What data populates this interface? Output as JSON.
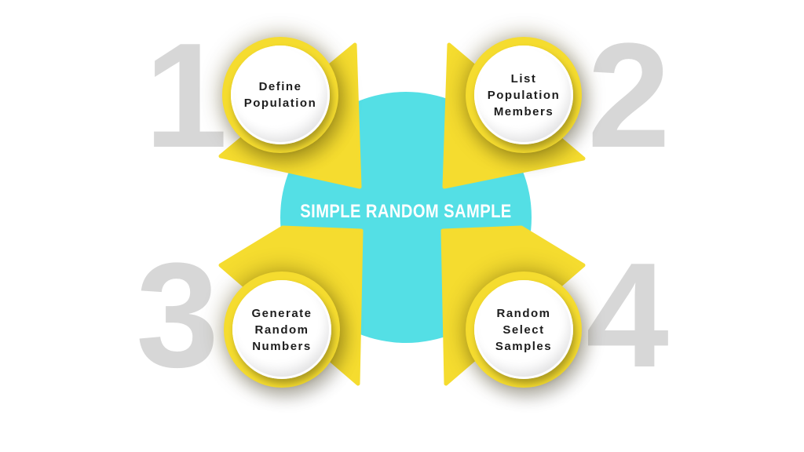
{
  "title": "SIMPLE RANDOM SAMPLE",
  "steps": [
    {
      "number": "1",
      "lines": [
        "Define",
        "Population"
      ]
    },
    {
      "number": "2",
      "lines": [
        "List",
        "Population",
        "Members"
      ]
    },
    {
      "number": "3",
      "lines": [
        "Generate",
        "Random",
        "Numbers"
      ]
    },
    {
      "number": "4",
      "lines": [
        "Random",
        "Select",
        "Samples"
      ]
    }
  ],
  "colors": {
    "arrow_yellow": "#f5dc2f",
    "center_cyan": "#54dfe5",
    "number_gray": "#d7d7d7",
    "badge_white": "#ffffff",
    "badge_text": "#1d1d1d",
    "title_text": "#ffffff"
  }
}
